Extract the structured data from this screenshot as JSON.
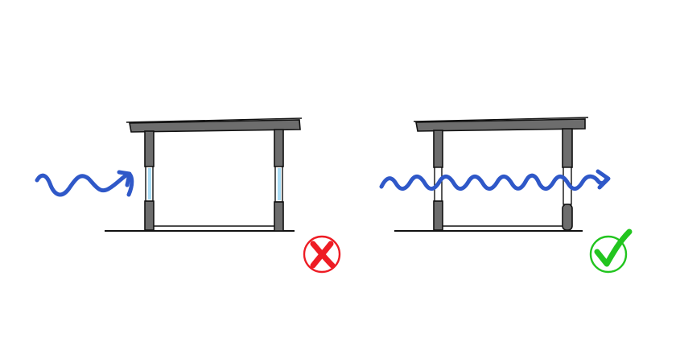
{
  "diagram": {
    "panels": [
      {
        "id": "blocked",
        "verdict": "incorrect",
        "verdict_icon": "cross-icon",
        "verdict_color": "#ee1c24",
        "glazing": "with-glass",
        "wave_passes": false
      },
      {
        "id": "open",
        "verdict": "correct",
        "verdict_icon": "check-icon",
        "verdict_color": "#22c51f",
        "glazing": "open",
        "wave_passes": true
      }
    ],
    "colors": {
      "wave": "#2f58c8",
      "structure": "#6d6d6d",
      "glass": "#a9dcf5",
      "outline": "#111111"
    }
  }
}
